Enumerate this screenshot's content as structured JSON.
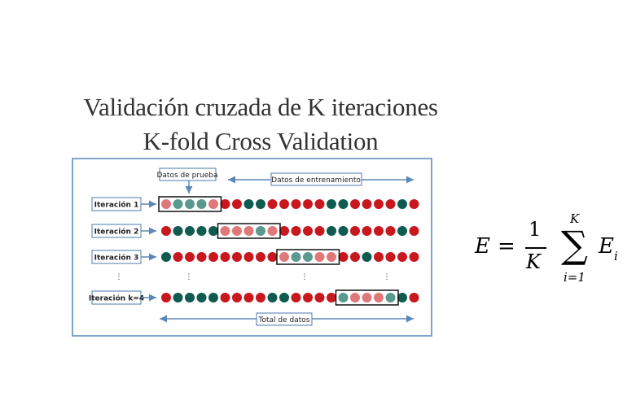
{
  "title": {
    "line1": "Validación cruzada de K iteraciones",
    "line2": "K-fold Cross Validation"
  },
  "diagram": {
    "test_label": "Datos de prueba",
    "train_label": "Datos de entrenamiento",
    "total_label": "Total de datos",
    "dots": "⋮",
    "colors": {
      "train_red": "#c8181e",
      "train_green": "#0f5b50",
      "test_pink": "#e0787a",
      "test_teal": "#5a9a8e",
      "box_border": "#4a7ab0",
      "arrow": "#5b86b8"
    },
    "iterations": [
      {
        "label": "Iteración 1",
        "test_start": 0,
        "test_len": 5,
        "pattern": "rgggrrrggrrrrrggrrrrgr"
      },
      {
        "label": "Iteración 2",
        "test_start": 5,
        "test_len": 5,
        "pattern": "rggggrrrgrrrrrggrrrrgr"
      },
      {
        "label": "Iteración 3",
        "test_start": 10,
        "test_len": 5,
        "pattern": "grrrrrrrrrrggrrrrgrrrr"
      },
      {
        "label": "Iteración k=4",
        "test_start": 15,
        "test_len": 5,
        "pattern": "rggggrrrrggrrrrgrrrggr"
      }
    ],
    "dots_per_row": 22
  },
  "formula": {
    "lhs": "E",
    "equals": "=",
    "numerator": "1",
    "denominator": "K",
    "sum_upper": "K",
    "sum_lower": "i=1",
    "term": "E",
    "term_sub": "i"
  }
}
